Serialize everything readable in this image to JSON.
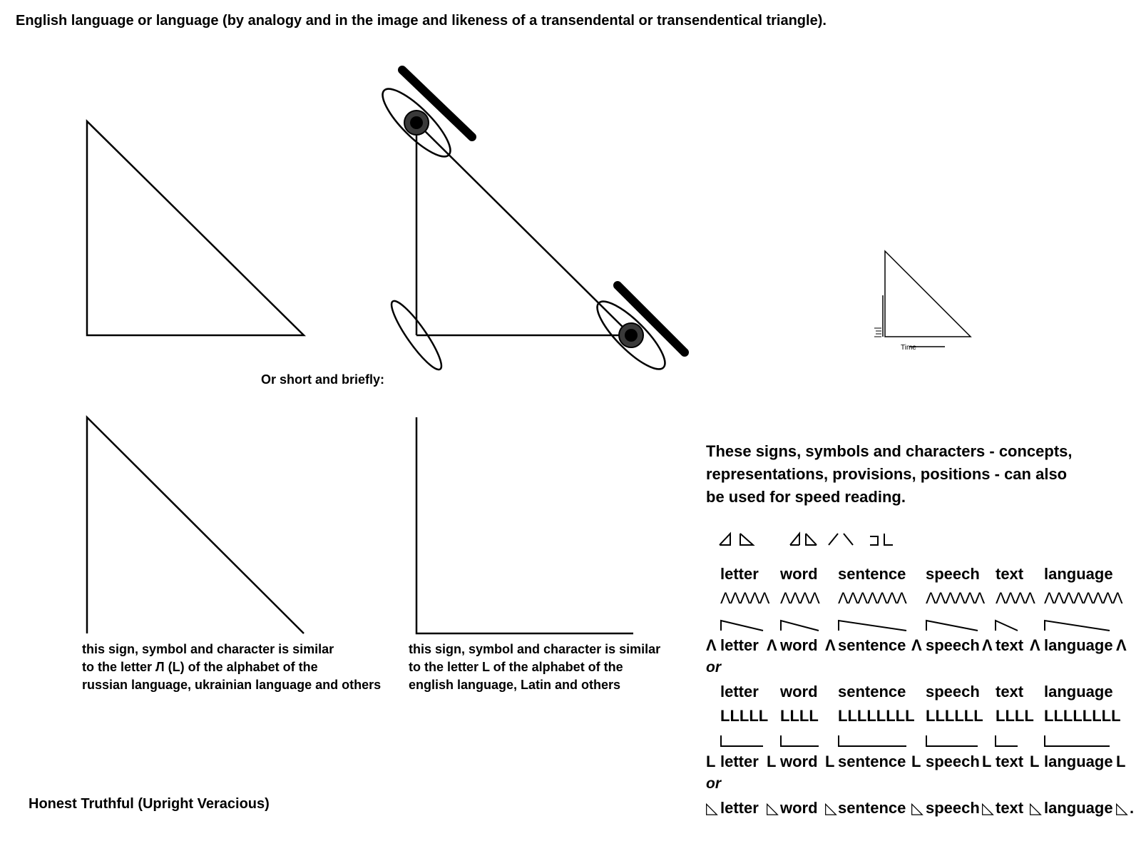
{
  "title": "English language or language (by analogy and in the image and likeness of a transendental or transendentical triangle).",
  "or_short": "Or short and briefly:",
  "caption_left": {
    "line1": "this sign, symbol and character is similar",
    "line2": "to the letter Л (L) of the alphabet of the",
    "line3": "russian language, ukrainian language and others"
  },
  "caption_right": {
    "line1": "this sign, symbol and character is similar",
    "line2": "to the letter L of the alphabet of the",
    "line3": "english language, Latin and others"
  },
  "footer": "Honest Truthful (Upright Veracious)",
  "speed_note": {
    "line1": "These signs, symbols and characters - concepts,",
    "line2": "representations, provisions, positions - can also",
    "line3": "be used for speed reading."
  },
  "small_chart": {
    "xlabel": "Time"
  },
  "words": [
    "letter",
    "word",
    "sentence",
    "speech",
    "text",
    "language"
  ],
  "lambda_glyphs": [
    "ΛΛΛΛΛ",
    "ΛΛΛΛ",
    "ΛΛΛΛΛΛΛ",
    "ΛΛΛΛΛΛ",
    "ΛΛΛΛ",
    "ΛΛΛΛΛΛΛΛ"
  ],
  "l_glyphs": [
    "LLLLL",
    "LLLL",
    "LLLLLLLL",
    "LLLLLL",
    "LLLL",
    "LLLLLLLL"
  ],
  "or_label": "or",
  "sentence_lambda": {
    "sep": "Λ",
    "words": [
      "letter",
      "word",
      "sentence",
      "speech",
      "text",
      "language"
    ]
  },
  "sentence_l": {
    "sep": "L",
    "words": [
      "letter",
      "word",
      "sentence",
      "speech",
      "text",
      "language"
    ]
  },
  "sentence_tri": {
    "sep": "◺",
    "words": [
      "letter",
      "word",
      "sentence",
      "speech",
      "text",
      "language"
    ],
    "end": "."
  }
}
